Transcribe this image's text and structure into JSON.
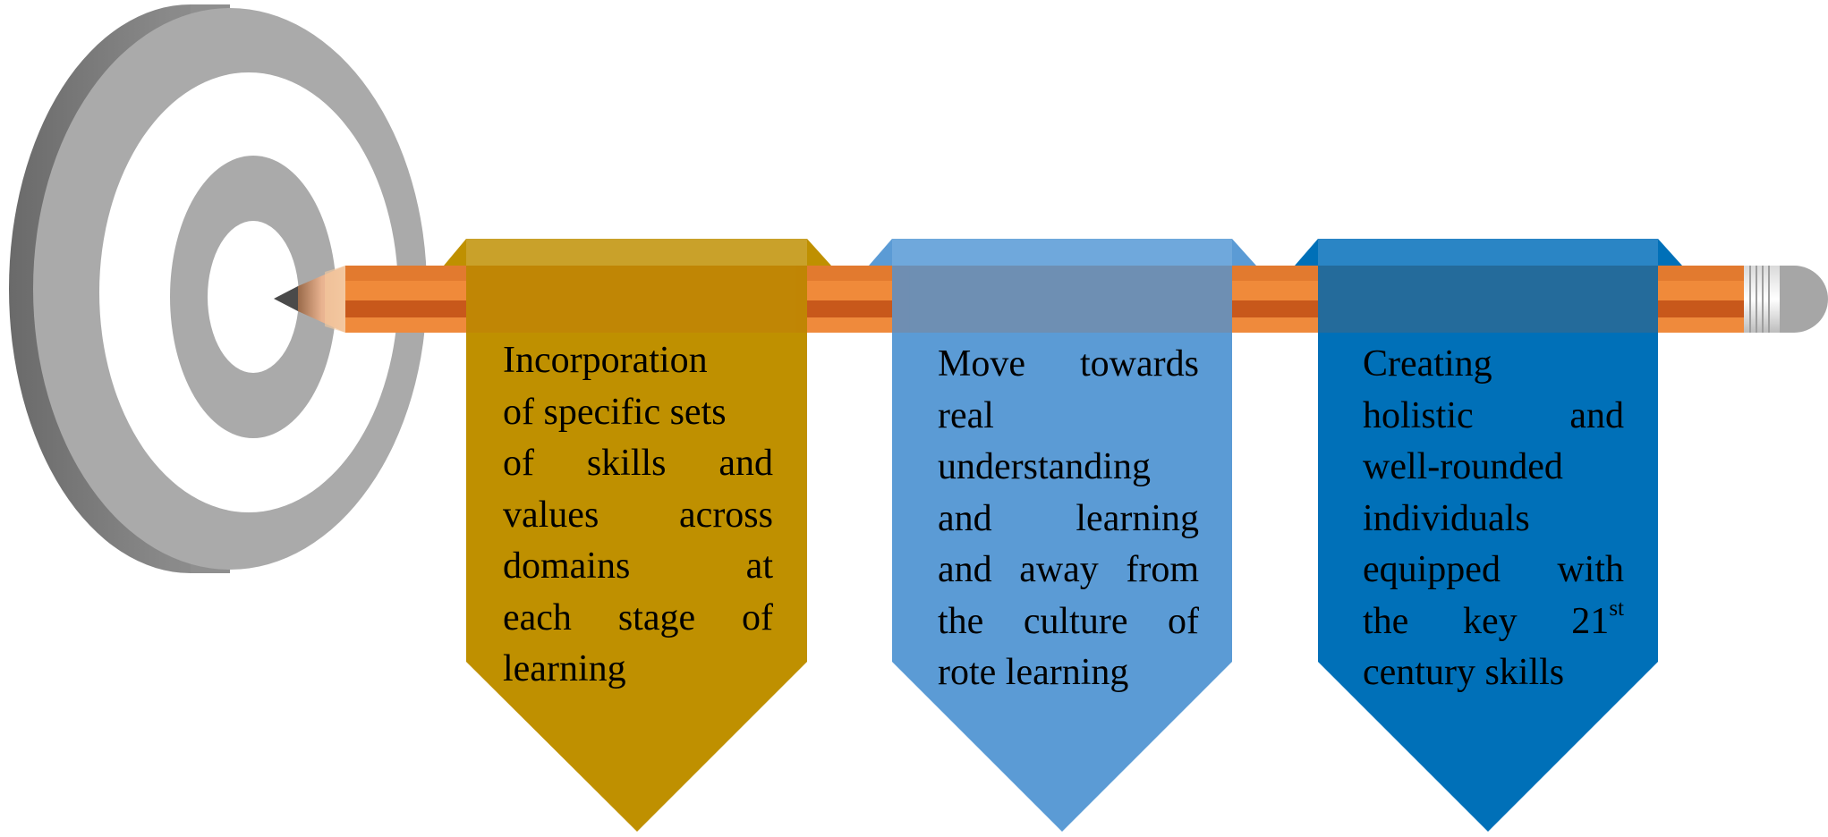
{
  "diagram": {
    "target": {
      "icon": "target-icon"
    },
    "pencil": {
      "icon": "pencil-icon"
    },
    "ribbons": [
      {
        "color": "#BF9000",
        "tab_color": "#C9A12A",
        "lines": [
          "Incorporation",
          "of specific sets",
          "of skills and",
          "values across",
          "domains at",
          "each stage of",
          "learning"
        ]
      },
      {
        "color": "#5B9BD5",
        "tab_color": "#6FA8DC",
        "lines": [
          "Move towards",
          "real",
          "understanding",
          "and learning",
          "and away from",
          "the culture of",
          "rote learning"
        ]
      },
      {
        "color": "#0070B8",
        "tab_color": "#2A85C5",
        "lines": [
          "Creating",
          "holistic and",
          "well-rounded",
          "individuals",
          "equipped with",
          "the key 21",
          "century skills"
        ],
        "superscript": {
          "line": 5,
          "text": "st"
        }
      }
    ]
  }
}
